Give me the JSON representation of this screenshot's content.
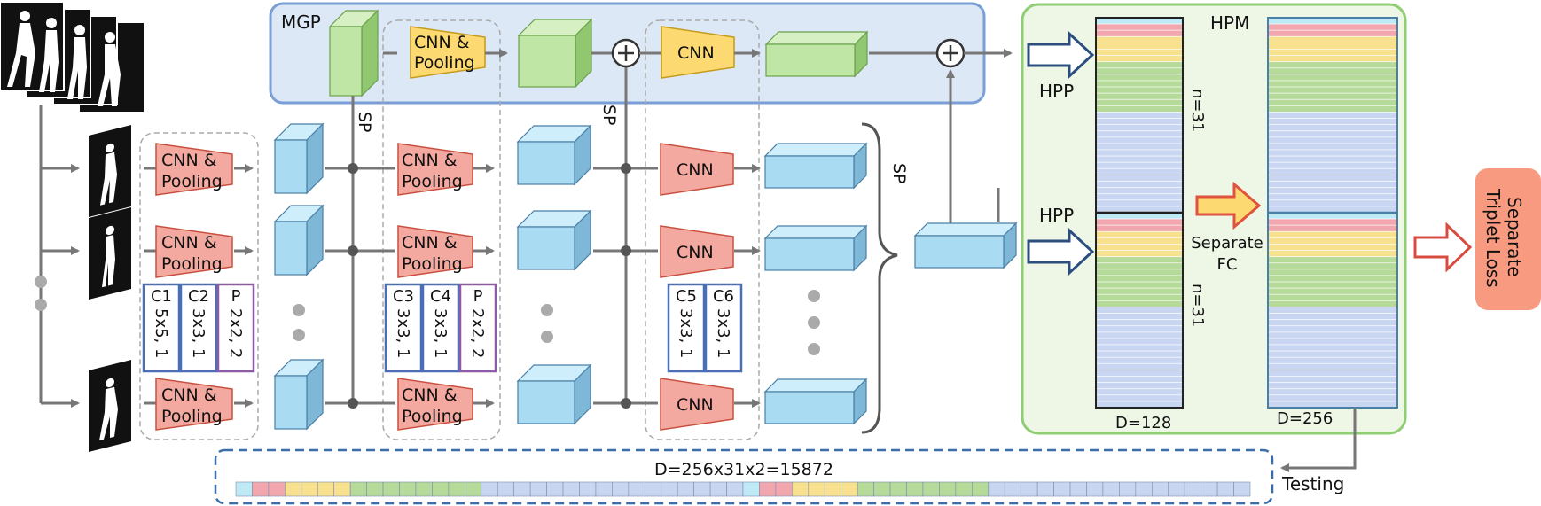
{
  "labels": {
    "mgp": "MGP",
    "hpm": "HPM",
    "sp": "SP",
    "cnn": "CNN",
    "cnn_pool_line1": "CNN &",
    "cnn_pool_line2": "Pooling",
    "hpp": "HPP",
    "n31": "n=31",
    "d128": "D=128",
    "d256": "D=256",
    "separate_fc_line1": "Separate",
    "separate_fc_line2": "FC",
    "loss_line1": "Separate",
    "loss_line2": "Triplet Loss",
    "testing": "Testing",
    "bottom_dim": "D=256x31x2=15872"
  },
  "conv_groups": [
    {
      "layers": [
        {
          "name": "C1",
          "spec": "5x5, 1"
        },
        {
          "name": "C2",
          "spec": "3x3, 1"
        },
        {
          "name": "P",
          "spec": "2x2, 2"
        }
      ]
    },
    {
      "layers": [
        {
          "name": "C3",
          "spec": "3x3, 1"
        },
        {
          "name": "C4",
          "spec": "3x3, 1"
        },
        {
          "name": "P",
          "spec": "2x2, 2"
        }
      ]
    },
    {
      "layers": [
        {
          "name": "C5",
          "spec": "3x3, 1"
        },
        {
          "name": "C6",
          "spec": "3x3, 1"
        }
      ]
    }
  ],
  "colors": {
    "cnn_fill": "#f4a9a0",
    "cnn_stroke": "#c9503f",
    "mgp_cnn_fill": "#fcd971",
    "mgp_cnn_stroke": "#c49b1c",
    "cube_blue": "#a9dcf3",
    "cube_green": "#bfe6a4",
    "mgp_bg": "#dde8f6",
    "mgp_border": "#7a9ed6",
    "hpm_bg": "#eef6e6",
    "hpm_border": "#8fce73",
    "loss_bg": "#f79a80",
    "stripe_cyan": "#bfe9f5",
    "stripe_red": "#f1a7ad",
    "stripe_yellow": "#f7e08e",
    "stripe_green": "#b6da9a",
    "stripe_blue": "#c9d6f2",
    "dashed_blue": "#3a6ea9"
  }
}
